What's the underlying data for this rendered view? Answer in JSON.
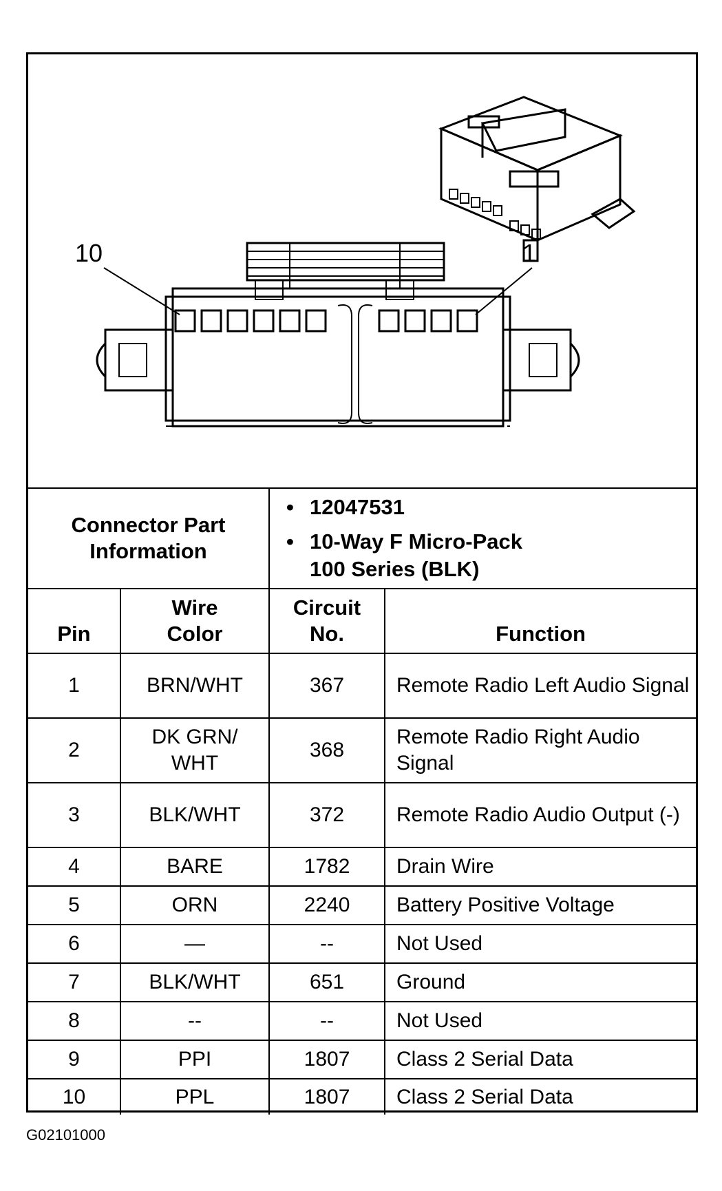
{
  "figure": {
    "pin_callout_left": "10",
    "pin_callout_right": "1"
  },
  "connector_info": {
    "label": "Connector Part Information",
    "part_number": "12047531",
    "description_line1": "10-Way F Micro-Pack",
    "description_line2": "100 Series (BLK)"
  },
  "columns": {
    "pin": "Pin",
    "wire_color": "Wire Color",
    "circuit_no": "Circuit No.",
    "function": "Function"
  },
  "rows": [
    {
      "pin": "1",
      "wire_color": "BRN/WHT",
      "circuit": "367",
      "function": "Remote Radio Left Audio Signal"
    },
    {
      "pin": "2",
      "wire_color": "DK GRN/ WHT",
      "circuit": "368",
      "function": "Remote Radio Right Audio Signal"
    },
    {
      "pin": "3",
      "wire_color": "BLK/WHT",
      "circuit": "372",
      "function": "Remote Radio Audio Output (-)"
    },
    {
      "pin": "4",
      "wire_color": "BARE",
      "circuit": "1782",
      "function": "Drain Wire"
    },
    {
      "pin": "5",
      "wire_color": "ORN",
      "circuit": "2240",
      "function": "Battery Positive Voltage"
    },
    {
      "pin": "6",
      "wire_color": "—",
      "circuit": "--",
      "function": "Not Used"
    },
    {
      "pin": "7",
      "wire_color": "BLK/WHT",
      "circuit": "651",
      "function": "Ground"
    },
    {
      "pin": "8",
      "wire_color": "--",
      "circuit": "--",
      "function": "Not Used"
    },
    {
      "pin": "9",
      "wire_color": "PPI",
      "circuit": "1807",
      "function": "Class 2 Serial Data"
    },
    {
      "pin": "10",
      "wire_color": "PPL",
      "circuit": "1807",
      "function": "Class 2 Serial Data"
    }
  ],
  "footer": {
    "figure_code": "G02101000"
  }
}
